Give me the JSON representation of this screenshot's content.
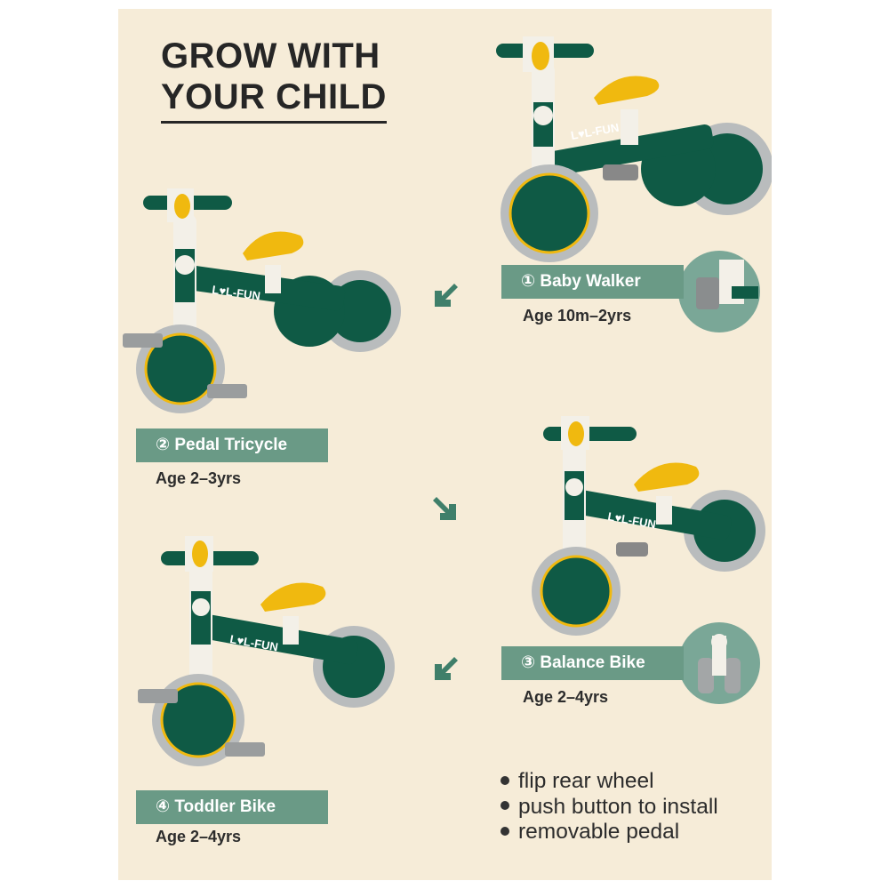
{
  "headline": {
    "line1": "GROW WITH",
    "line2": "YOUR CHILD"
  },
  "brand": "L♥L-FUN",
  "modes": [
    {
      "label": "① Baby Walker",
      "age": "Age 10m–2yrs"
    },
    {
      "label": "② Pedal Tricycle",
      "age": "Age 2–3yrs"
    },
    {
      "label": "③ Balance Bike",
      "age": "Age 2–4yrs"
    },
    {
      "label": "④ Toddler Bike",
      "age": "Age 2–4yrs"
    }
  ],
  "features": [
    "flip rear wheel",
    "push button to install",
    "removable pedal"
  ],
  "colors": {
    "background": "#f6ecd8",
    "frame_green": "#0f5a45",
    "seat_yellow": "#f0b90f",
    "label_green": "#6a9a86",
    "tire_gray": "#b9bcbd"
  }
}
